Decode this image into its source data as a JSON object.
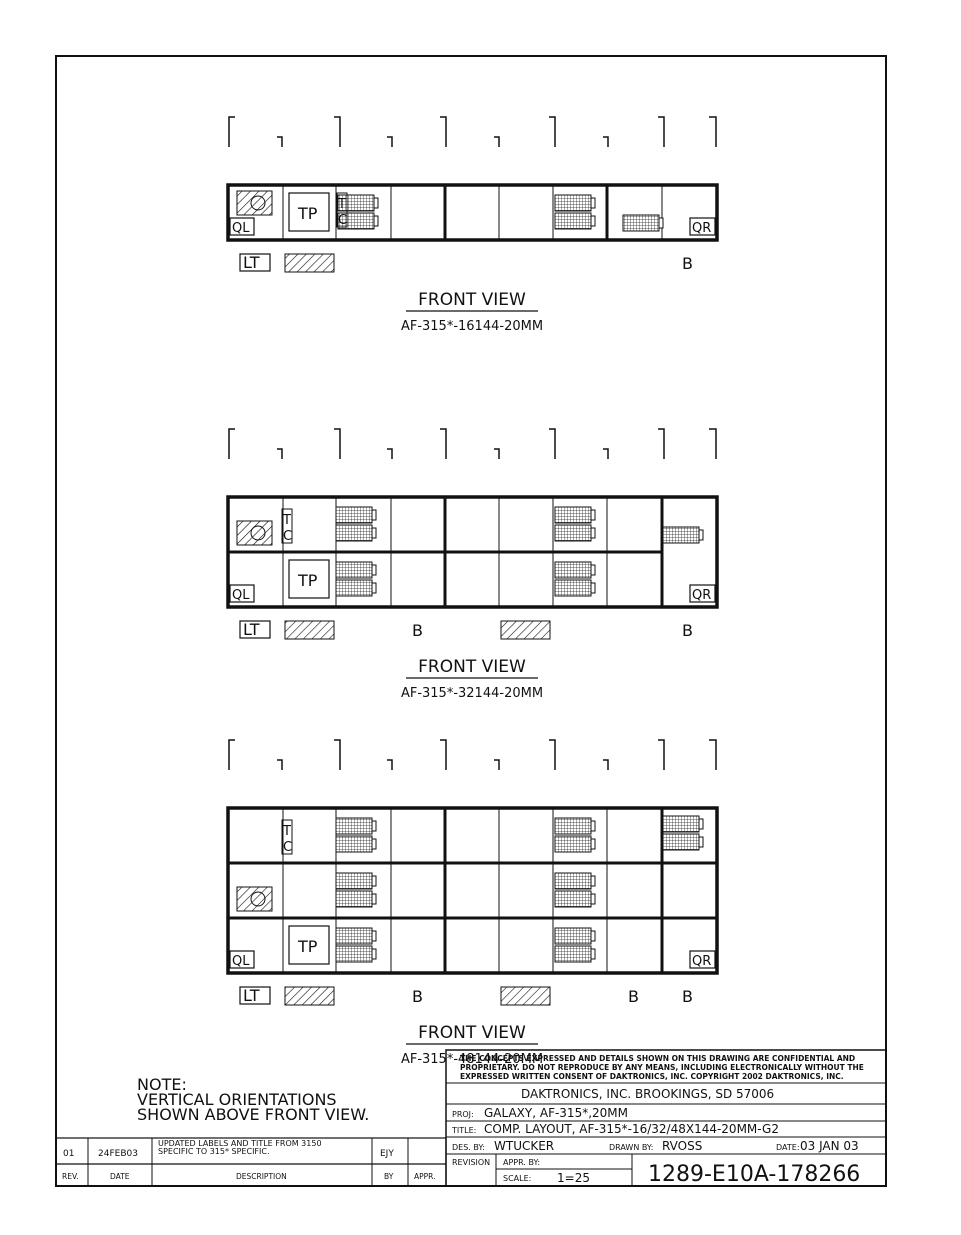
{
  "views": [
    {
      "title": "FRONT VIEW",
      "model": "AF-315*-16144-20MM",
      "rows": 1,
      "labels": {
        "ql": "QL",
        "qr": "QR",
        "tp": "TP",
        "tc_t": "T",
        "tc_c": "C",
        "lt": "LT",
        "b_marks": [
          "B"
        ]
      }
    },
    {
      "title": "FRONT VIEW",
      "model": "AF-315*-32144-20MM",
      "rows": 2,
      "labels": {
        "ql": "QL",
        "qr": "QR",
        "tp": "TP",
        "tc_t": "T",
        "tc_c": "C",
        "lt": "LT",
        "b_marks": [
          "B",
          "B"
        ]
      }
    },
    {
      "title": "FRONT VIEW",
      "model": "AF-315*-48144-20MM",
      "rows": 3,
      "labels": {
        "ql": "QL",
        "qr": "QR",
        "tp": "TP",
        "tc_t": "T",
        "tc_c": "C",
        "lt": "LT",
        "b_marks": [
          "B",
          "B",
          "B"
        ]
      }
    }
  ],
  "note": {
    "heading": "NOTE:",
    "line1": "VERTICAL ORIENTATIONS",
    "line2": "SHOWN ABOVE FRONT VIEW."
  },
  "revision_block": {
    "rev": "01",
    "date": "24FEB03",
    "desc_line1": "UPDATED LABELS AND TITLE FROM 3150",
    "desc_line2": "SPECIFIC TO 315* SPECIFIC.",
    "by": "EJY",
    "appr": "",
    "headers": {
      "rev": "REV.",
      "date": "DATE",
      "description": "DESCRIPTION",
      "by": "BY",
      "appr": "APPR."
    }
  },
  "title_block": {
    "confidential_1": "THE CONCEPTS EXPRESSED AND DETAILS SHOWN ON THIS DRAWING ARE CONFIDENTIAL AND",
    "confidential_2": "PROPRIETARY. DO NOT REPRODUCE BY ANY MEANS, INCLUDING ELECTRONICALLY WITHOUT THE",
    "confidential_3": "EXPRESSED WRITTEN CONSENT OF DAKTRONICS, INC.        COPYRIGHT 2002 DAKTRONICS, INC.",
    "company": "DAKTRONICS, INC.   BROOKINGS, SD 57006",
    "proj_label": "PROJ:",
    "proj": "GALAXY, AF-315*,20MM",
    "title_label": "TITLE:",
    "title": "COMP. LAYOUT, AF-315*-16/32/48X144-20MM-G2",
    "des_by_label": "DES. BY:",
    "des_by": "WTUCKER",
    "drawn_by_label": "DRAWN BY:",
    "drawn_by": "RVOSS",
    "date_label": "DATE:",
    "date": "03 JAN 03",
    "revision_label": "REVISION",
    "appr_by_label": "APPR. BY:",
    "scale_label": "SCALE:",
    "scale": "1=25",
    "drawing_number": "1289-E10A-178266"
  }
}
